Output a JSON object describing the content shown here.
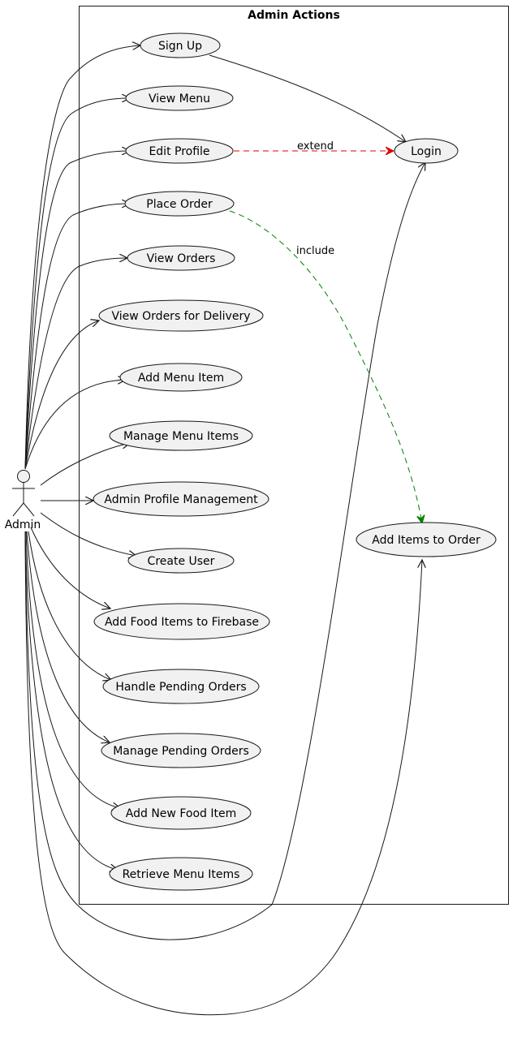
{
  "system": {
    "title": "Admin Actions"
  },
  "actor": {
    "name": "Admin"
  },
  "use_cases": [
    "Sign Up",
    "View Menu",
    "Edit Profile",
    "Place Order",
    "View Orders",
    "View Orders for Delivery",
    "Add Menu Item",
    "Manage Menu Items",
    "Admin Profile Management",
    "Create User",
    "Add Food Items to Firebase",
    "Handle Pending Orders",
    "Manage Pending Orders",
    "Add New Food Item",
    "Retrieve Menu Items",
    "Login",
    "Add Items to Order"
  ],
  "relations": {
    "extend_label": "extend",
    "include_label": "include"
  },
  "colors": {
    "usecase_fill": "#F1F1F1",
    "stroke": "#181818",
    "extend": "#E00000",
    "include": "#008000"
  }
}
